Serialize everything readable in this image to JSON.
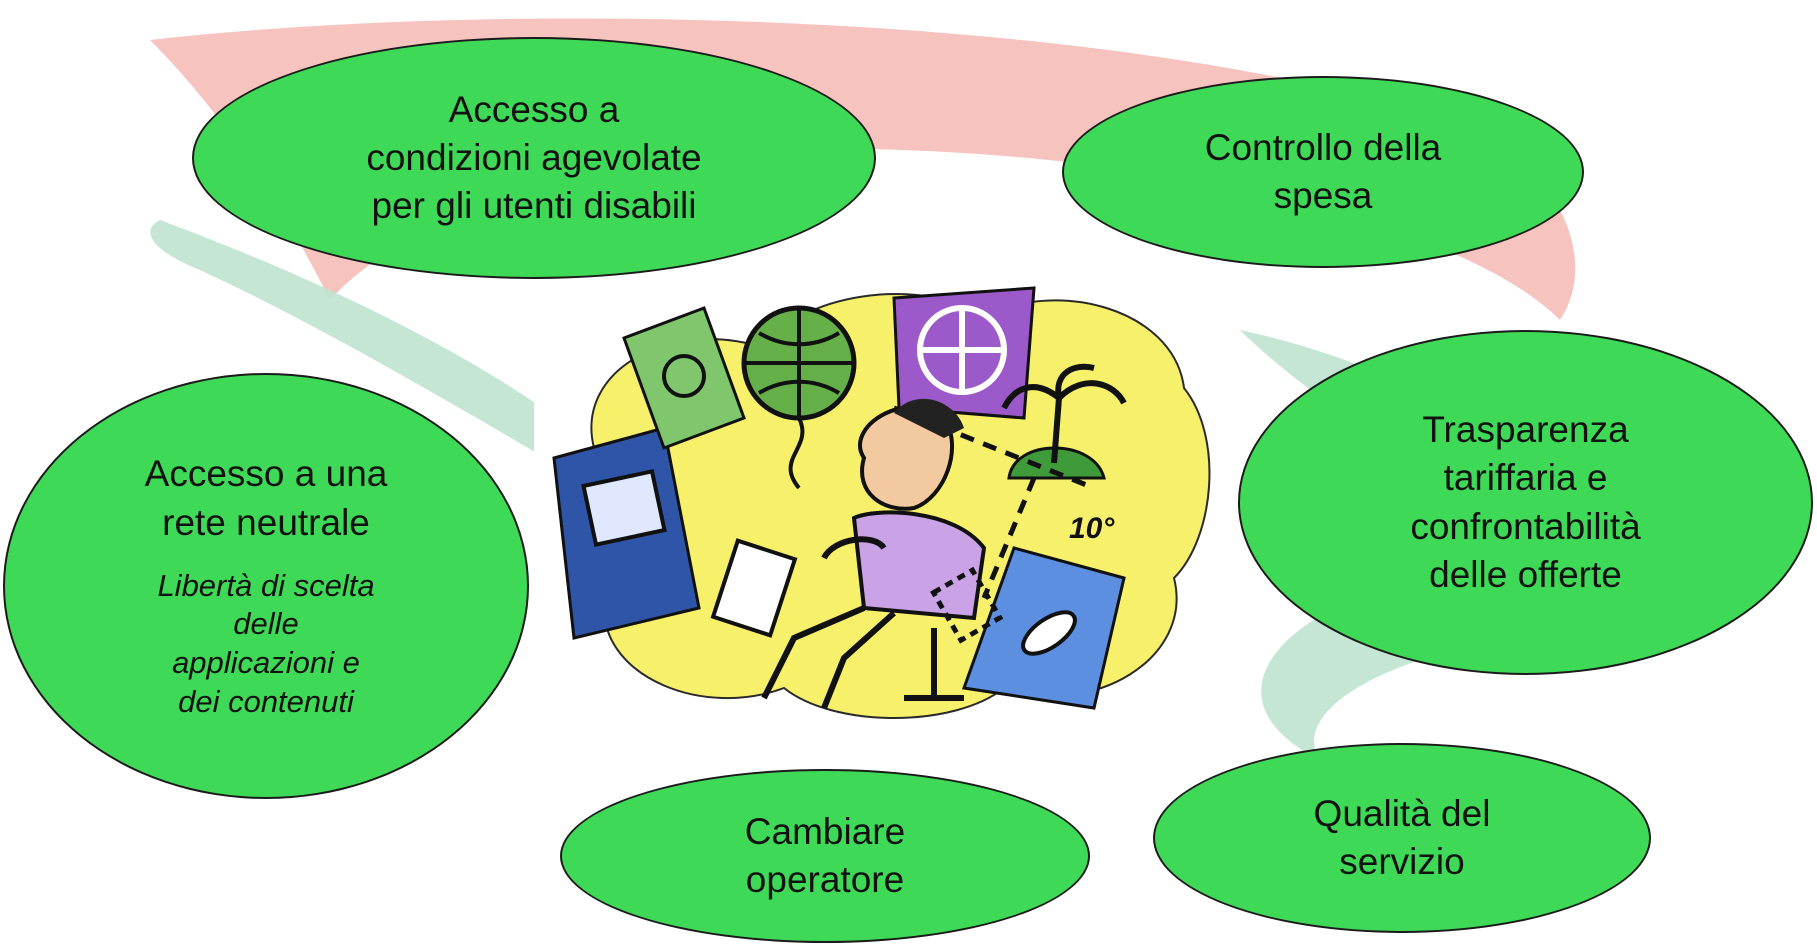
{
  "colors": {
    "bubble_fill": "#3ed957",
    "bubble_outline": "#1b1b1b",
    "swoosh_red": "#f4b8b4",
    "swoosh_green": "#bfe3cf",
    "clipart_yellow": "#f6f06a"
  },
  "bubbles": {
    "accesso_disabili": {
      "lines": [
        "Accesso a",
        "condizioni agevolate",
        "per gli utenti disabili"
      ]
    },
    "controllo_spesa": {
      "lines": [
        "Controllo della",
        "spesa"
      ]
    },
    "rete_neutrale": {
      "lines": [
        "Accesso a una",
        "rete neutrale"
      ],
      "sub_lines": [
        "Libertà di scelta",
        "delle",
        "applicazioni e",
        "dei contenuti"
      ]
    },
    "trasparenza": {
      "lines": [
        "Trasparenza",
        "tariffaria e",
        "confrontabilità",
        "delle offerte"
      ]
    },
    "cambiare_operatore": {
      "lines": [
        "Cambiare",
        "operatore"
      ]
    },
    "qualita_servizio": {
      "lines": [
        "Qualità del",
        "servizio"
      ]
    }
  },
  "clipart": {
    "icon": "person-at-computer-clipart-icon",
    "degree_label": "10°"
  }
}
